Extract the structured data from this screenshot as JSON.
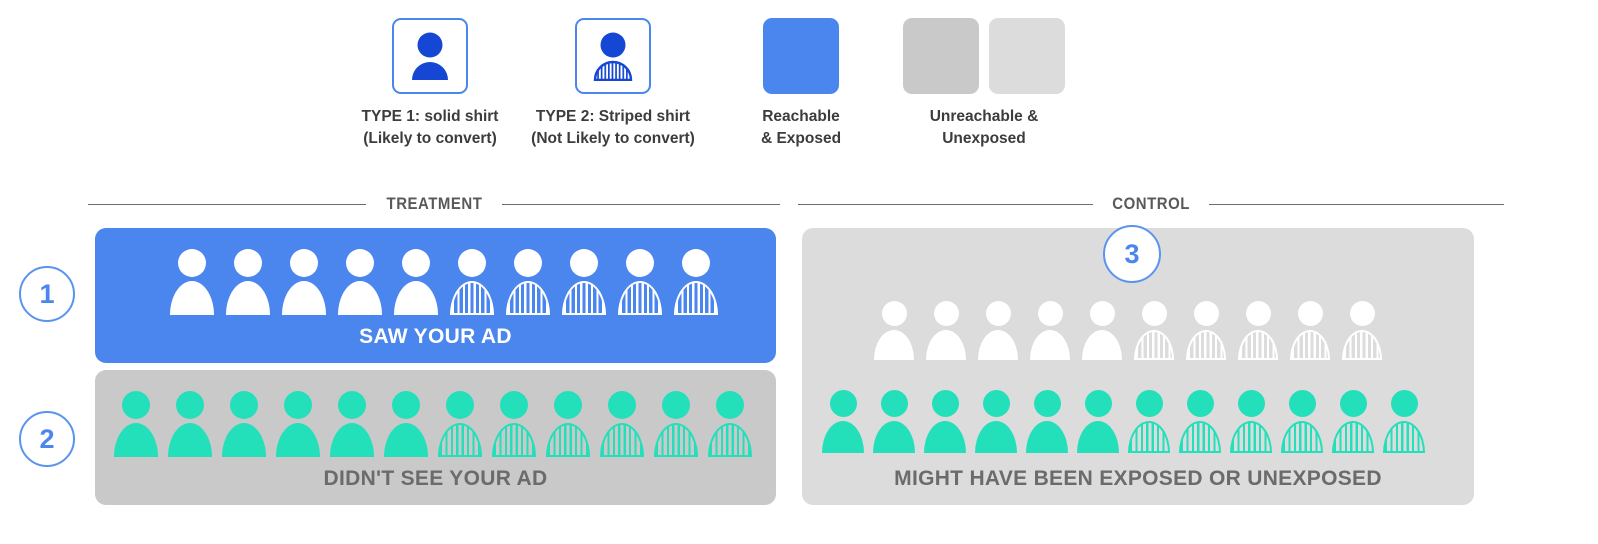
{
  "legend": {
    "items": [
      {
        "key": "type1",
        "icon": "person-solid-icon",
        "label": "TYPE 1: solid shirt\n(Likely to convert)"
      },
      {
        "key": "type2",
        "icon": "person-striped-icon",
        "label": "TYPE 2: Striped shirt\n(Not Likely to convert)"
      },
      {
        "key": "reach",
        "icon": "blue-swatch-icon",
        "label": "Reachable\n& Exposed"
      },
      {
        "key": "unreach",
        "icon": "gray-swatches-icon",
        "label": "Unreachable &\nUnexposed"
      }
    ]
  },
  "sections": {
    "treatment": "TREATMENT",
    "control": "CONTROL"
  },
  "badges": {
    "one": "1",
    "two": "2",
    "three": "3"
  },
  "panels": {
    "treatment_exposed": {
      "caption": "SAW YOUR AD"
    },
    "treatment_unexposed": {
      "caption": "DIDN'T SEE YOUR AD"
    },
    "control": {
      "caption": "MIGHT HAVE BEEN EXPOSED OR UNEXPOSED"
    }
  },
  "colors": {
    "blue": "#4a86ee",
    "blue_dark": "#1546d4",
    "teal": "#23e0bb",
    "gray_dark": "#c9c9c9",
    "gray_light": "#dcdcdc",
    "white": "#ffffff",
    "text_dark": "#3c3c3c",
    "text_gray": "#6b6b6b"
  },
  "chart_data": {
    "type": "pictogram",
    "title": "Ad exposure: Treatment vs Control",
    "unit": "person",
    "groups": [
      {
        "id": "treatment-exposed",
        "step": "1",
        "panel": "treatment",
        "background": "#4a86ee",
        "caption": "SAW YOUR AD",
        "figure_color": "#ffffff",
        "solid": 5,
        "striped": 5,
        "total": 10
      },
      {
        "id": "treatment-unexposed",
        "step": "2",
        "panel": "treatment",
        "background": "#c9c9c9",
        "caption": "DIDN'T SEE YOUR AD",
        "figure_color": "#23e0bb",
        "solid": 6,
        "striped": 6,
        "total": 12
      },
      {
        "id": "control-unreachable",
        "step": "3",
        "panel": "control",
        "background": "#dcdcdc",
        "caption": "",
        "figure_color": "#ffffff",
        "solid": 5,
        "striped": 5,
        "total": 10
      },
      {
        "id": "control-reachable",
        "step": "3",
        "panel": "control",
        "background": "#dcdcdc",
        "caption": "MIGHT HAVE BEEN EXPOSED OR UNEXPOSED",
        "figure_color": "#23e0bb",
        "solid": 6,
        "striped": 6,
        "total": 12
      }
    ],
    "legend_entries": [
      "TYPE 1: solid shirt (Likely to convert)",
      "TYPE 2: Striped shirt (Not Likely to convert)",
      "Reachable & Exposed",
      "Unreachable & Unexposed"
    ]
  }
}
